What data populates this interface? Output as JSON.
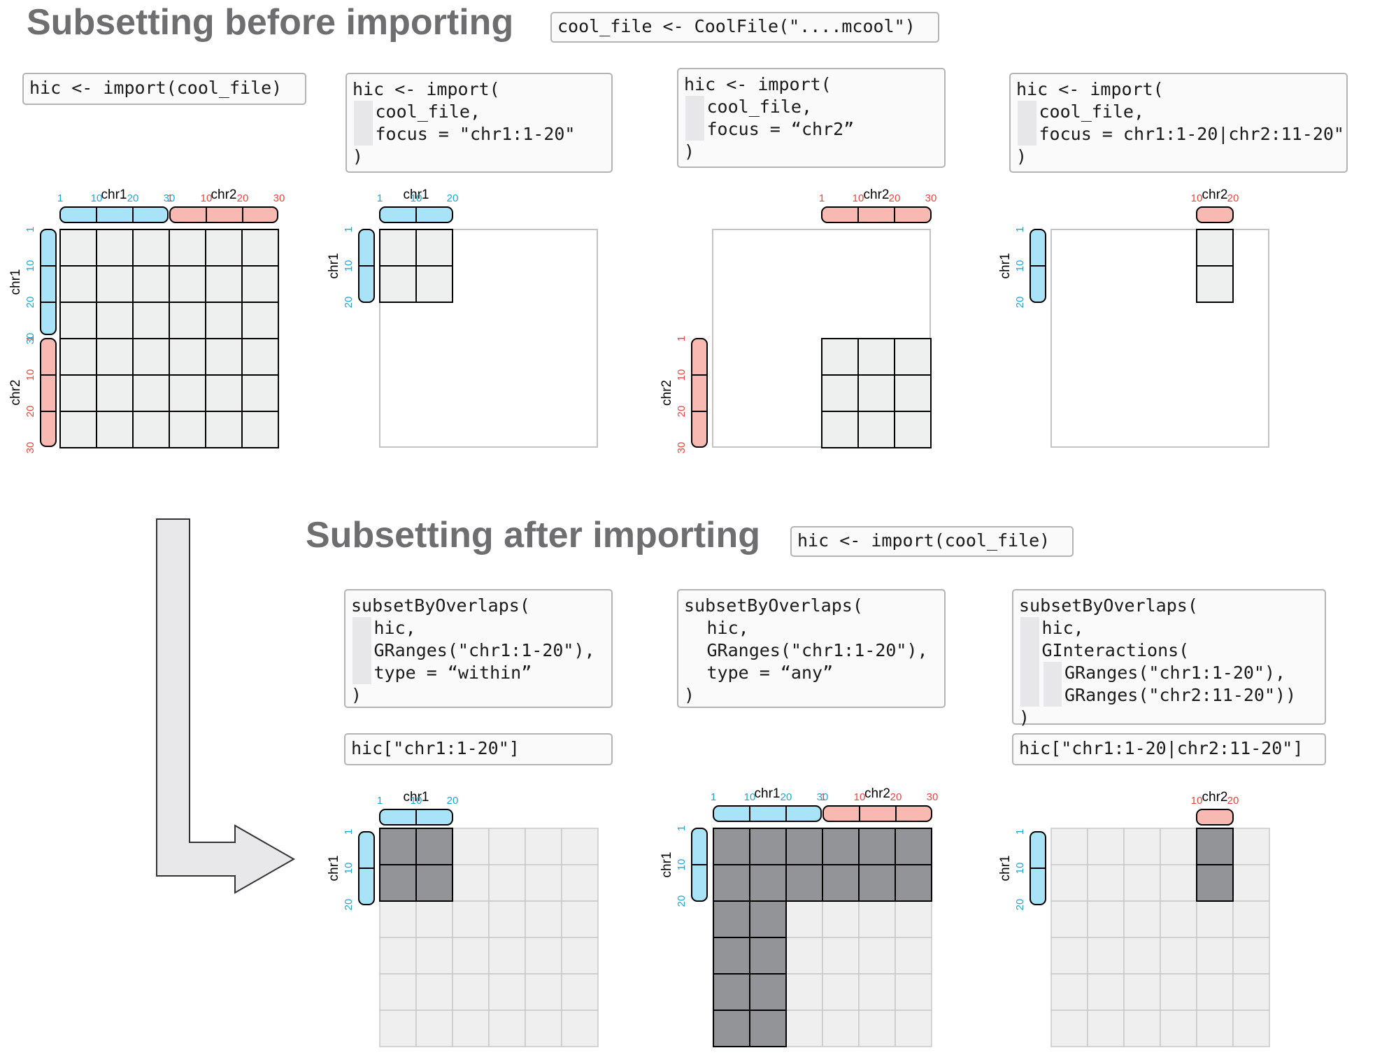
{
  "titles": {
    "before": "Subsetting before importing",
    "after": "Subsetting after importing"
  },
  "header_code": {
    "before": "cool_file <- CoolFile(\"....mcool\")",
    "after": "hic <- import(cool_file)"
  },
  "code_boxes": {
    "b1": [
      "hic <- import(cool_file)"
    ],
    "b2": [
      "hic <- import(",
      "cool_file,",
      "focus = \"chr1:1-20\"",
      ")"
    ],
    "b3": [
      "hic <- import(",
      "cool_file,",
      "focus = “chr2”",
      ")"
    ],
    "b4": [
      "hic <- import(",
      "cool_file,",
      "focus = chr1:1-20|chr2:11-20\"",
      ")"
    ],
    "a1": [
      "subsetByOverlaps(",
      "hic,",
      "GRanges(\"chr1:1-20\"),",
      "type = “within”",
      ")"
    ],
    "a2": [
      "subsetByOverlaps(",
      "hic,",
      "GRanges(\"chr1:1-20\"),",
      "type = “any”",
      ")"
    ],
    "a3": [
      "subsetByOverlaps(",
      "hic,",
      "GInteractions(",
      "GRanges(\"chr1:1-20\"),",
      "GRanges(\"chr2:11-20\"))",
      ")"
    ],
    "a1b": [
      "hic[\"chr1:1-20\"]"
    ],
    "a3b": [
      "hic[\"chr1:1-20|chr2:11-20\"]"
    ]
  },
  "chromosomes": {
    "chr1": {
      "name": "chr1",
      "ticks": [
        "1",
        "10",
        "20",
        "30"
      ],
      "fill": "#a8e3f8",
      "text_color": "#1aa8d8"
    },
    "chr2": {
      "name": "chr2",
      "ticks": [
        "1",
        "10",
        "20",
        "30"
      ],
      "fill": "#f9b9b3",
      "text_color": "#e8473c"
    }
  },
  "colors": {
    "cell_normal": "#eef0ef",
    "cell_selected": "#939497",
    "cell_faded": "#efefef",
    "grid_dark": "#000000",
    "grid_light": "#c8c8c8",
    "arrow_fill": "#e8e8ea",
    "arrow_stroke": "#333333"
  }
}
